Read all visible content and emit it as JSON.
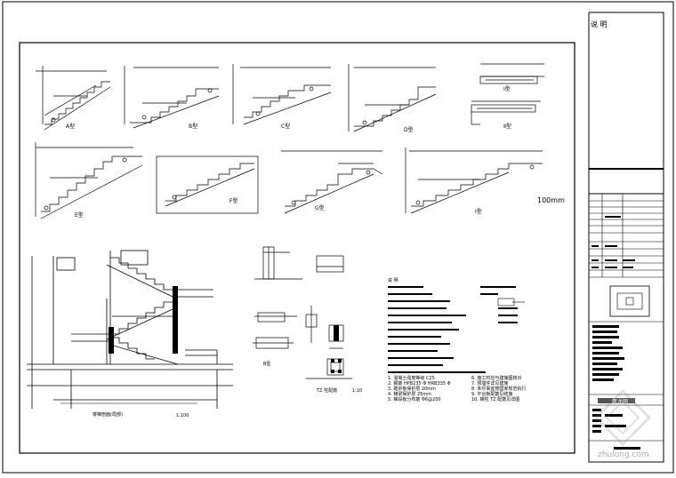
{
  "sheet": {
    "side_label": "说 明",
    "stair_types": [
      "A型",
      "B型",
      "C型",
      "D型",
      "Ⅰ型",
      "Ⅱ型",
      "E型",
      "F型",
      "G型",
      "I型"
    ],
    "note_dim": "100mm",
    "section_title": "楼梯剖面(局部)",
    "section_scale": "1:100",
    "details": [
      "B型",
      "TZ 柱配筋",
      "1:10"
    ],
    "notes_title": "说 明",
    "notes": [
      "1. 混凝土强度等级 C25",
      "2. 钢筋 HPB235 Φ  HRB335 Φ",
      "3. 踏步板保护层 20mm",
      "4. 梯梁保护层 25mm",
      "5. 梯段板分布筋 Φ6@200",
      "6. 施工时应与建施图核对",
      "7. 预埋件详见建施",
      "8. 未尽事宜按国家规范执行",
      "9. 平台板配筋见结施",
      "10. 梯柱 TZ 配筋见详图"
    ],
    "watermark": "zhulong.com",
    "title_block_stamp": "筑龙网"
  }
}
